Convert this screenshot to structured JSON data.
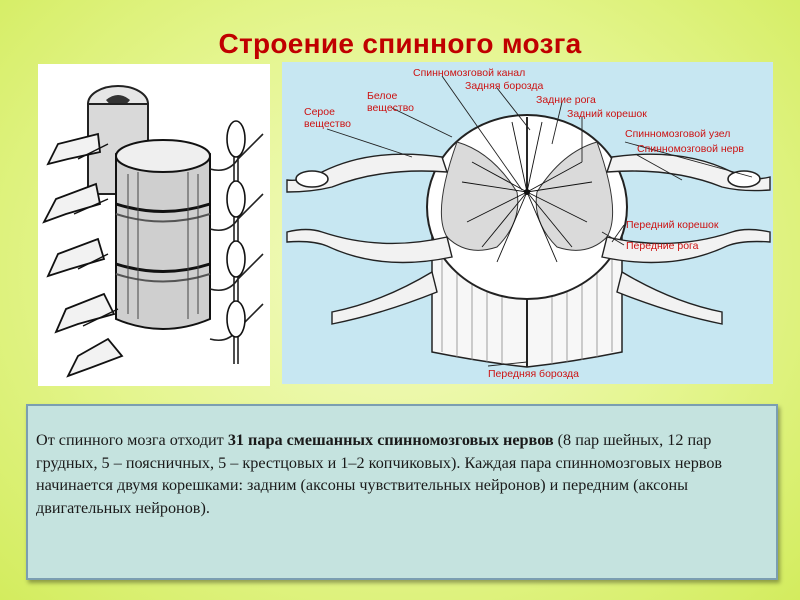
{
  "title": "Строение спинного мозга",
  "diagram_labels": {
    "spinal_canal": "Спинномозговой канал",
    "posterior_sulcus": "Задняя борозда",
    "gray_matter": "Серое вещество",
    "white_matter": "Белое вещество",
    "posterior_horns": "Задние рога",
    "posterior_root": "Задний корешок",
    "spinal_ganglion": "Спинномозговой узел",
    "spinal_nerve": "Спинномозговой нерв",
    "anterior_root": "Передний корешок",
    "anterior_horns": "Передние рога",
    "anterior_fissure": "Передняя борозда"
  },
  "text": {
    "part1": "От спинного мозга отходит ",
    "bold": "31 пара смешанных спинномозговых нервов",
    "part2": " (8 пар шейных, 12 пар грудных, 5 – поясничных, 5 – крестцовых и 1–2 копчиковых). Каждая пара спинномозговых нервов начинается двумя корешками: задним (аксоны чувствительных нейронов) и передним (аксоны двигательных нейронов)."
  }
}
